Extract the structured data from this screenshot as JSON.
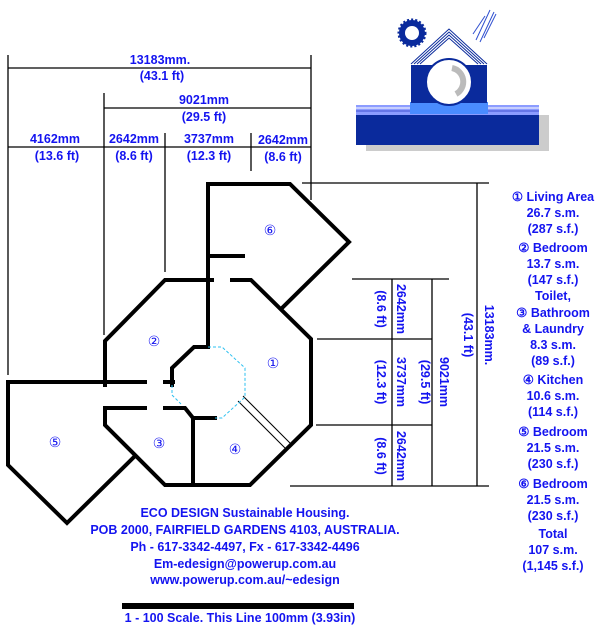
{
  "dimensions": {
    "top_total": {
      "mm": "13183mm.",
      "ft": "(43.1 ft)"
    },
    "top_sub": {
      "mm": "9021mm",
      "ft": "(29.5 ft)"
    },
    "top_segments": [
      {
        "mm": "4162mm",
        "ft": "(13.6 ft)"
      },
      {
        "mm": "2642mm",
        "ft": "(8.6 ft)"
      },
      {
        "mm": "3737mm",
        "ft": "(12.3 ft)"
      },
      {
        "mm": "2642mm",
        "ft": "(8.6 ft)"
      }
    ],
    "right_total": {
      "mm": "13183mm.",
      "ft": "(43.1 ft)"
    },
    "right_sub": {
      "mm": "9021mm",
      "ft": "(29.5 ft)"
    },
    "right_segments": [
      {
        "mm": "2642mm",
        "ft": "(8.6 ft)"
      },
      {
        "mm": "3737mm",
        "ft": "(12.3 ft)"
      },
      {
        "mm": "2642mm",
        "ft": "(8.6 ft)"
      }
    ]
  },
  "rooms": [
    "①",
    "②",
    "③",
    "④",
    "⑤",
    "⑥"
  ],
  "legend": [
    "① Living Area",
    "26.7 s.m.",
    "(287 s.f.)",
    "② Bedroom",
    "13.7 s.m.",
    "(147 s.f.)",
    "Toilet,",
    "③ Bathroom",
    "& Laundry",
    "8.3 s.m.",
    "(89 s.f.)",
    "④ Kitchen",
    "10.6 s.m.",
    "(114 s.f.)",
    "⑤ Bedroom",
    "21.5 s.m.",
    "(230 s.f.)",
    "⑥ Bedroom",
    "21.5 s.m.",
    "(230 s.f.)",
    "Total",
    "107 s.m.",
    "(1,145 s.f.)"
  ],
  "footer": {
    "lines": [
      "ECO DESIGN Sustainable Housing.",
      "POB 2000, FAIRFIELD GARDENS 4103, AUSTRALIA.",
      "Ph - 617-3342-4497, Fx - 617-3342-4496",
      "Em-edesign@powerup.com.au",
      "www.powerup.com.au/~edesign"
    ],
    "scale": "1 - 100 Scale. This Line 100mm (3.93in)"
  },
  "colors": {
    "text": "#1414f0",
    "logo_dark": "#0a2a9c",
    "logo_light": "#8c9cff"
  }
}
